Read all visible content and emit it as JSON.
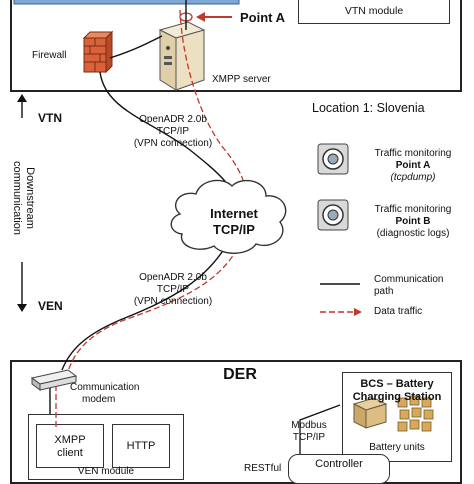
{
  "top": {
    "point_a": "Point A",
    "vtn_module": "VTN module",
    "firewall": "Firewall",
    "xmpp_server": "XMPP server",
    "location": "Location 1: Slovenia"
  },
  "left": {
    "vtn": "VTN",
    "ven": "VEN",
    "downstream_1": "Downstream",
    "downstream_2": "communication"
  },
  "links": {
    "upper": [
      "OpenADR 2.0b",
      "TCP/IP",
      "(VPN connection)"
    ],
    "lower": [
      "OpenADR 2.0b",
      "TCP/IP",
      "(VPN connection)"
    ]
  },
  "cloud": {
    "line1": "Internet",
    "line2": "TCP/IP"
  },
  "legend": {
    "monitor_a": [
      "Traffic monitoring",
      "Point A",
      "(tcpdump)"
    ],
    "monitor_b": [
      "Traffic monitoring",
      "Point B",
      "(diagnostic logs)"
    ],
    "comm_path": [
      "Communication",
      "path"
    ],
    "data_traffic": "Data traffic"
  },
  "der": {
    "title": "DER",
    "modem": [
      "Communication",
      "modem"
    ],
    "xmpp_client": [
      "XMPP",
      "client"
    ],
    "http": "HTTP",
    "ven_module": "VEN module",
    "bcs_title": [
      "BCS – Battery",
      "Charging Station"
    ],
    "battery_units": "Battery units",
    "modbus": [
      "Modbus",
      "TCP/IP"
    ],
    "restful": "RESTful",
    "controller": "Controller"
  },
  "colors": {
    "accent_red": "#c0392b",
    "line": "#111111",
    "firewall": "#d9623b",
    "server": "#e9dcc0",
    "cloud_stroke": "#333333"
  },
  "icons": [
    "firewall-icon",
    "server-icon",
    "monitor-icon",
    "modem-icon",
    "battery-icon",
    "cloud-icon",
    "arrow-icon"
  ]
}
